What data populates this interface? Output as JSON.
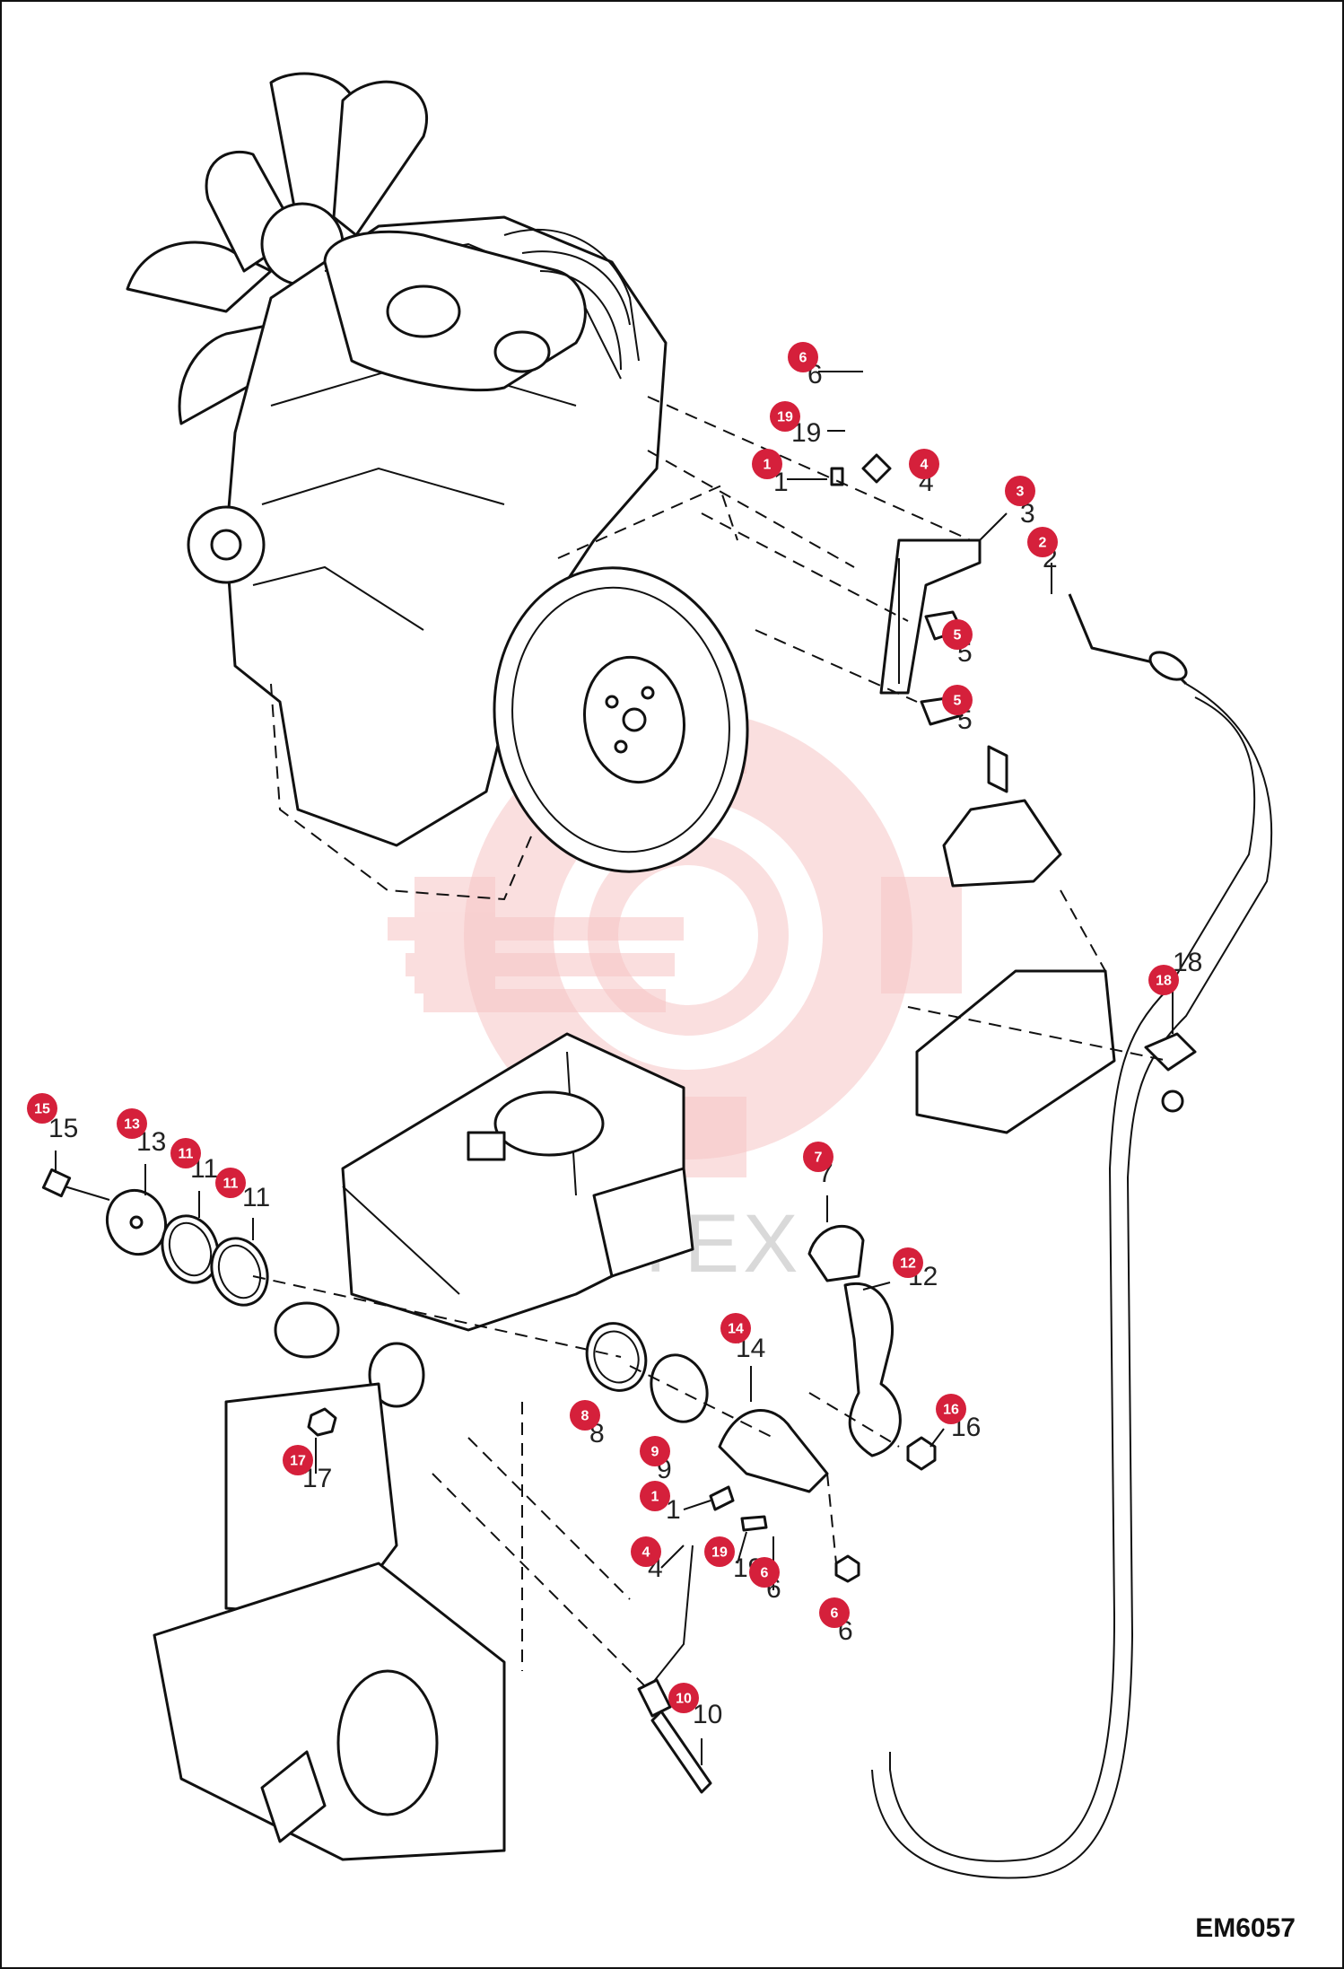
{
  "diagram": {
    "code": "EM6057",
    "watermark_text": "ИНТЕХ",
    "callouts": [
      {
        "id": "c6a",
        "label": "6",
        "ghost": "6"
      },
      {
        "id": "c19a",
        "label": "19",
        "ghost": "19"
      },
      {
        "id": "c1a",
        "label": "1",
        "ghost": "1"
      },
      {
        "id": "c4a",
        "label": "4",
        "ghost": "4"
      },
      {
        "id": "c3",
        "label": "3",
        "ghost": "3"
      },
      {
        "id": "c2",
        "label": "2",
        "ghost": "2"
      },
      {
        "id": "c5a",
        "label": "5",
        "ghost": "5"
      },
      {
        "id": "c5b",
        "label": "5",
        "ghost": "5"
      },
      {
        "id": "c18",
        "label": "18",
        "ghost": "18"
      },
      {
        "id": "c15",
        "label": "15",
        "ghost": "15"
      },
      {
        "id": "c13",
        "label": "13",
        "ghost": "13"
      },
      {
        "id": "c11a",
        "label": "11",
        "ghost": "11"
      },
      {
        "id": "c11b",
        "label": "11",
        "ghost": "11"
      },
      {
        "id": "c7",
        "label": "7",
        "ghost": "7"
      },
      {
        "id": "c12",
        "label": "12",
        "ghost": "12"
      },
      {
        "id": "c14",
        "label": "14",
        "ghost": "14"
      },
      {
        "id": "c16",
        "label": "16",
        "ghost": "16"
      },
      {
        "id": "c8",
        "label": "8",
        "ghost": "8"
      },
      {
        "id": "c9",
        "label": "9",
        "ghost": "9"
      },
      {
        "id": "c17",
        "label": "17",
        "ghost": "17"
      },
      {
        "id": "c1b",
        "label": "1",
        "ghost": "1"
      },
      {
        "id": "c4b",
        "label": "4",
        "ghost": "4"
      },
      {
        "id": "c19b",
        "label": "19",
        "ghost": "19"
      },
      {
        "id": "c6b",
        "label": "6",
        "ghost": "6"
      },
      {
        "id": "c6c",
        "label": "6",
        "ghost": "6"
      },
      {
        "id": "c10",
        "label": "10",
        "ghost": "10"
      }
    ]
  },
  "colors": {
    "callout": "#d5203b",
    "line": "#111111",
    "watermark": "#f6c4c4"
  }
}
